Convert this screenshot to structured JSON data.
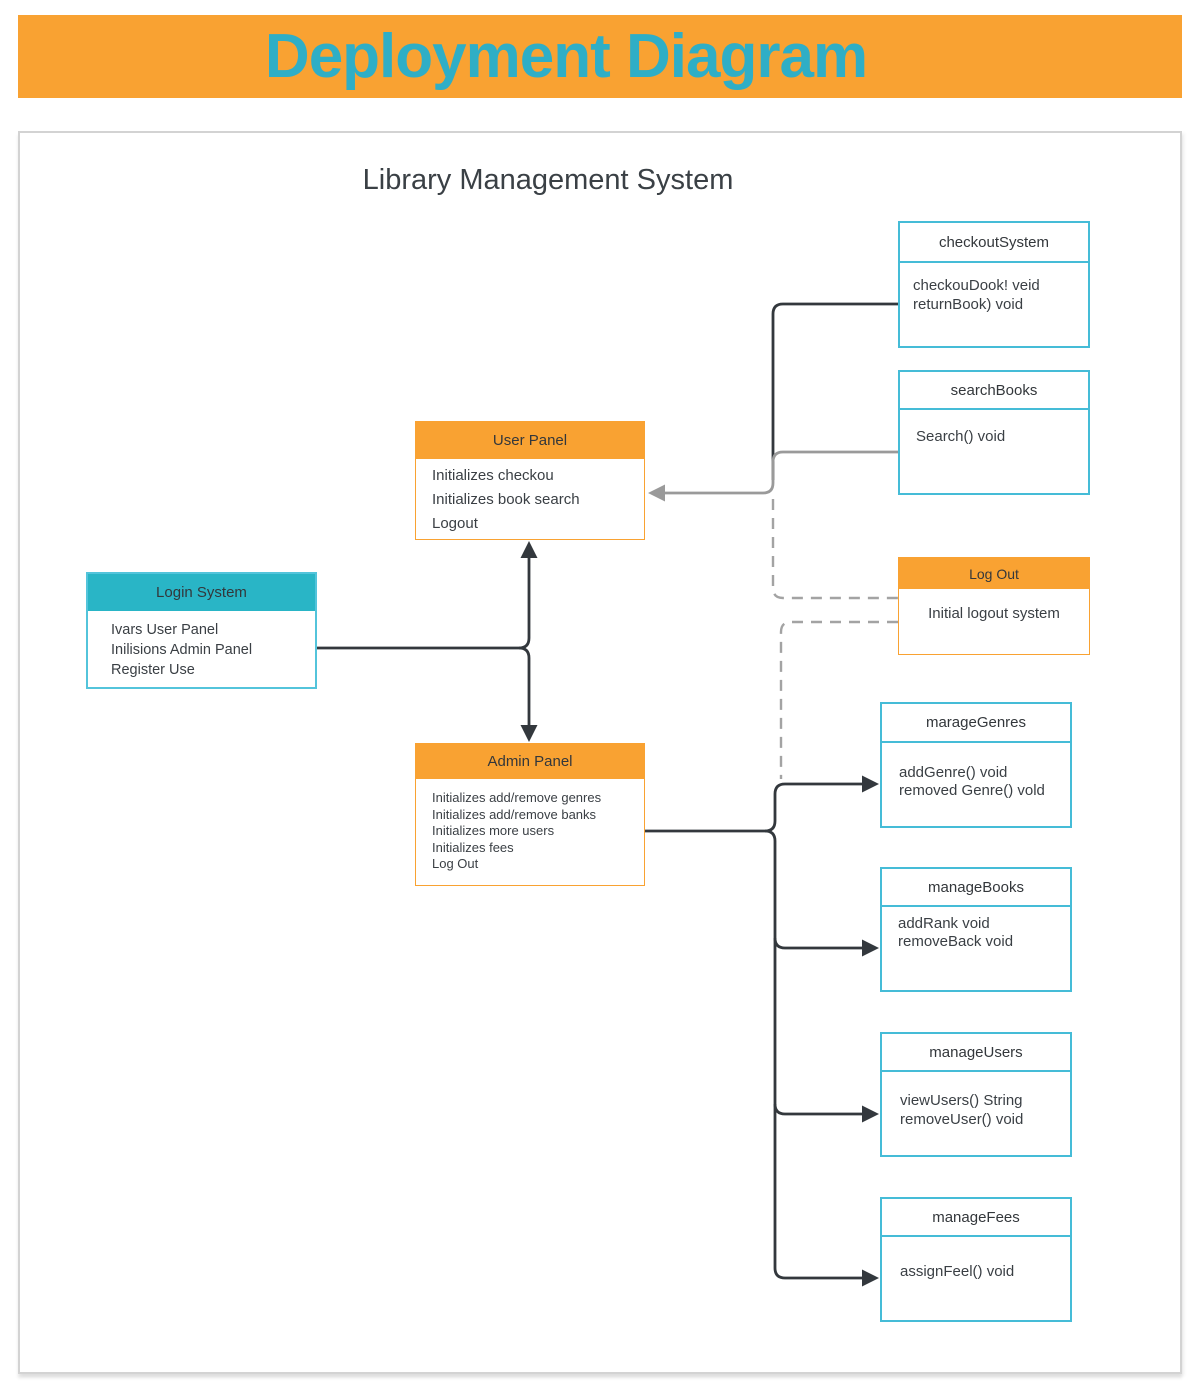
{
  "banner": {
    "title": "Deployment Diagram"
  },
  "diagram": {
    "title": "Library Management System"
  },
  "boxes": {
    "checkoutSystem": {
      "title": "checkoutSystem",
      "lines": [
        "checkouDook! veid",
        "returnBook) void"
      ]
    },
    "searchBooks": {
      "title": "searchBooks",
      "lines": [
        "Search() void"
      ]
    },
    "userPanel": {
      "title": "User Panel",
      "lines": [
        "Initializes checkou",
        "Initializes book search",
        "Logout"
      ]
    },
    "loginSystem": {
      "title": "Login System",
      "lines": [
        "Ivars User Panel",
        "Inilisions Admin Panel",
        "Register Use"
      ]
    },
    "logOut": {
      "title": "Log Out",
      "lines": [
        "Initial logout system"
      ]
    },
    "marageGenres": {
      "title": "marageGenres",
      "lines": [
        "addGenre() void",
        "removed Genre() vold"
      ]
    },
    "adminPanel": {
      "title": "Admin Panel",
      "lines": [
        "Initializes add/remove genres",
        "Initializes add/remove banks",
        "Initializes more users",
        "Initializes fees",
        "Log Out"
      ]
    },
    "manageBooks": {
      "title": "manageBooks",
      "lines": [
        "addRank void",
        "removeBack void"
      ]
    },
    "manageUsers": {
      "title": "manageUsers",
      "lines": [
        "viewUsers() String",
        "removeUser() void"
      ]
    },
    "manageFees": {
      "title": "manageFees",
      "lines": [
        "assignFeel() void"
      ]
    }
  },
  "colors": {
    "banner_bg": "#F9A232",
    "banner_text": "#2FAEC6",
    "orange_accent": "#F9A232",
    "teal_border": "#45BCD7",
    "teal_header_bg": "#29B5C6",
    "line_black": "#33383D",
    "line_gray": "#9A9A9A",
    "line_dashed_gray": "#A3A3A3",
    "frame_border": "#D3D3D3",
    "text": "#3A3F44"
  }
}
